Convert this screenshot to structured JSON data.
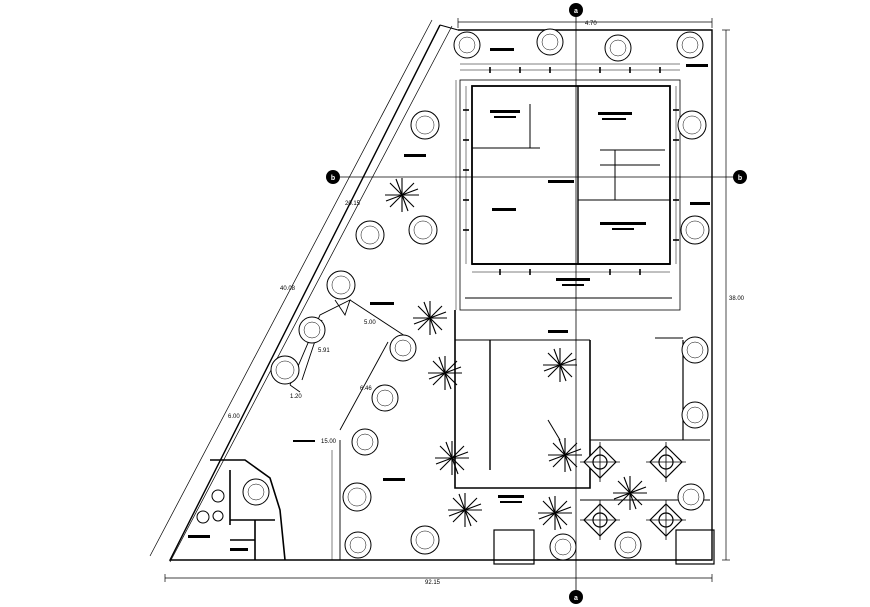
{
  "drawing": {
    "section_markers": {
      "a_top": "a",
      "a_bottom": "a",
      "b_left": "b",
      "b_right": "b"
    },
    "dimensions": {
      "top_width": "4.70",
      "bottom_width": "92.15",
      "right_height": "38.00",
      "diagonal_total": "40.08",
      "diagonal_upper": "20.15",
      "diagonal_lower": "6.00",
      "inner_a": "5.00",
      "inner_b": "5.91",
      "inner_c": "6.46",
      "inner_d": "1.20",
      "inner_e": "15.00"
    },
    "colors": {
      "line": "#000000",
      "background": "#ffffff"
    }
  }
}
